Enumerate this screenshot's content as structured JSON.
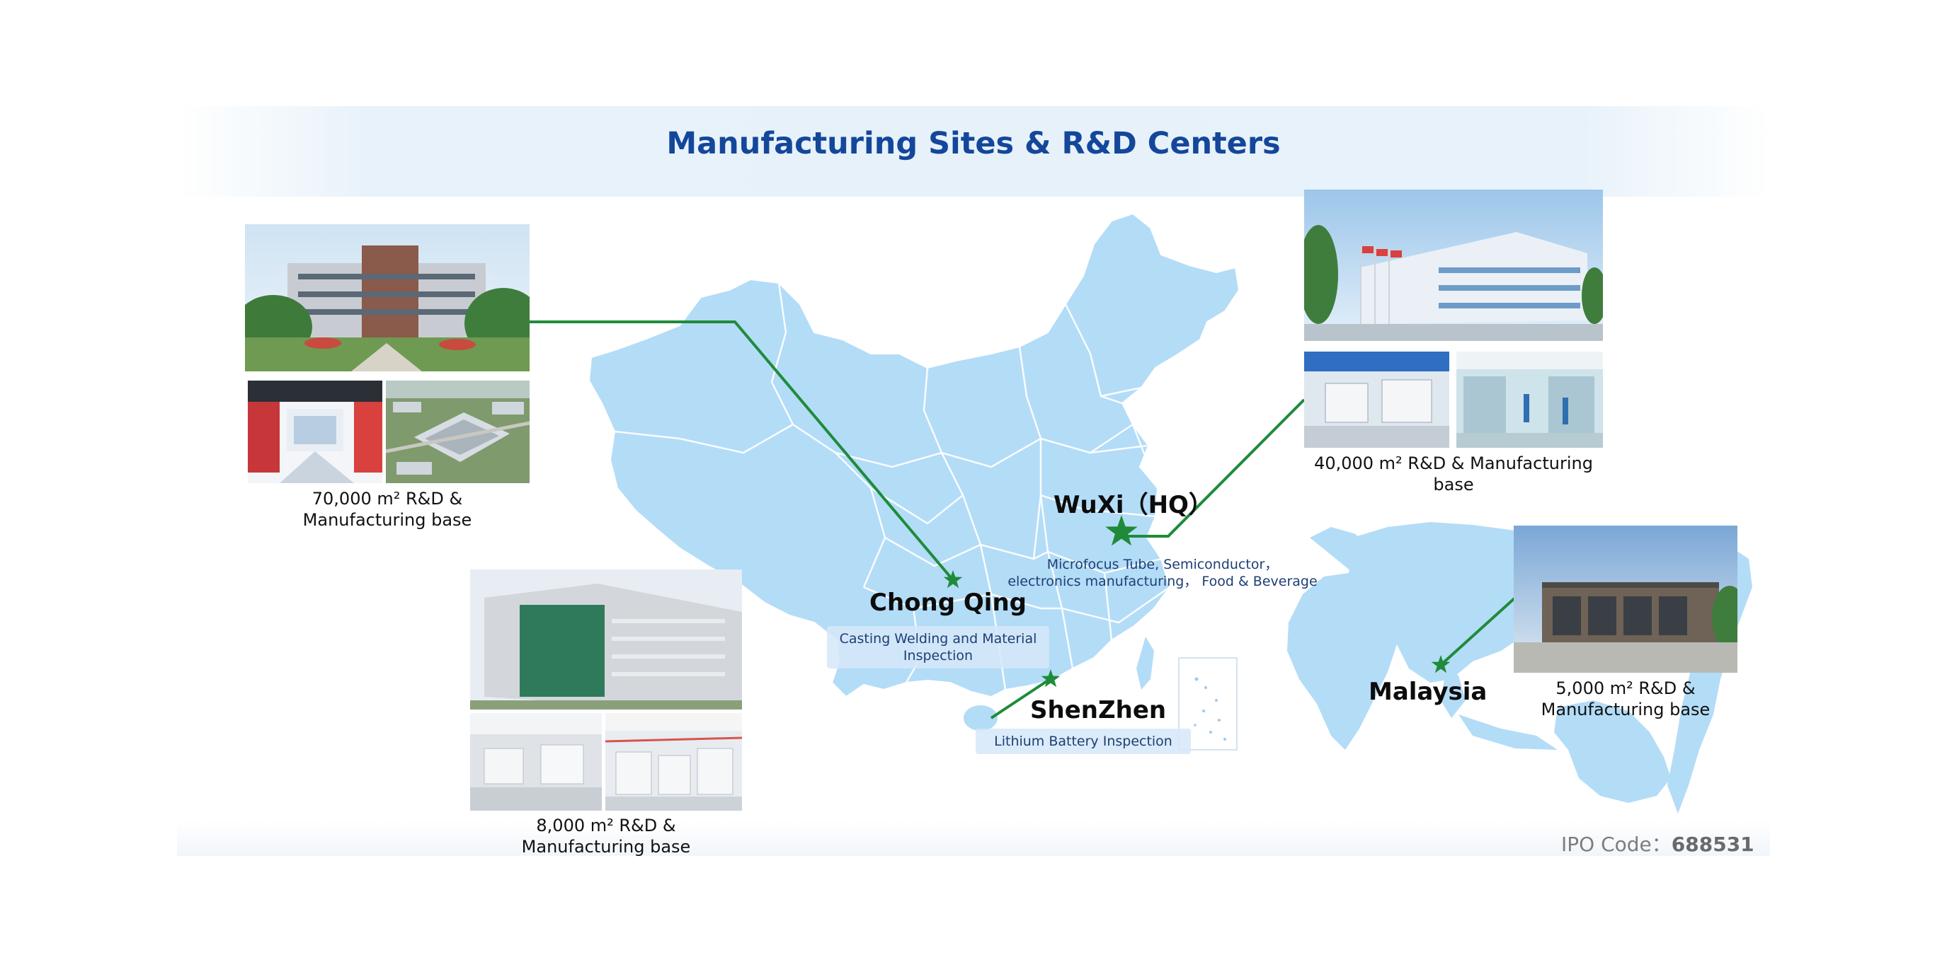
{
  "title": "Manufacturing Sites & R&D Centers",
  "colors": {
    "title": "#14479a",
    "map": "#b3dcf7",
    "connector": "#1f8b3a",
    "star": "#1f8b3a"
  },
  "sites": [
    {
      "name": "WuXi（HQ）",
      "description": "Microfocus Tube, Semiconductor，\nelectronics manufacturing， Food & Beverage",
      "caption": "40,000 m² R&D & Manufacturing\nbase",
      "marker": "star-icon"
    },
    {
      "name": "Chong Qing",
      "description": "Casting Welding and Material\nInspection",
      "caption": "70,000 m² R&D &\nManufacturing base",
      "marker": "star-icon"
    },
    {
      "name": "ShenZhen",
      "description": "Lithium Battery Inspection",
      "caption": "8,000 m² R&D &\nManufacturing base",
      "marker": "star-icon"
    },
    {
      "name": "Malaysia",
      "description": "",
      "caption": "5,000 m² R&D &\nManufacturing base",
      "marker": "star-icon"
    }
  ],
  "ipo": {
    "label": "IPO Code：",
    "code": "688531"
  }
}
